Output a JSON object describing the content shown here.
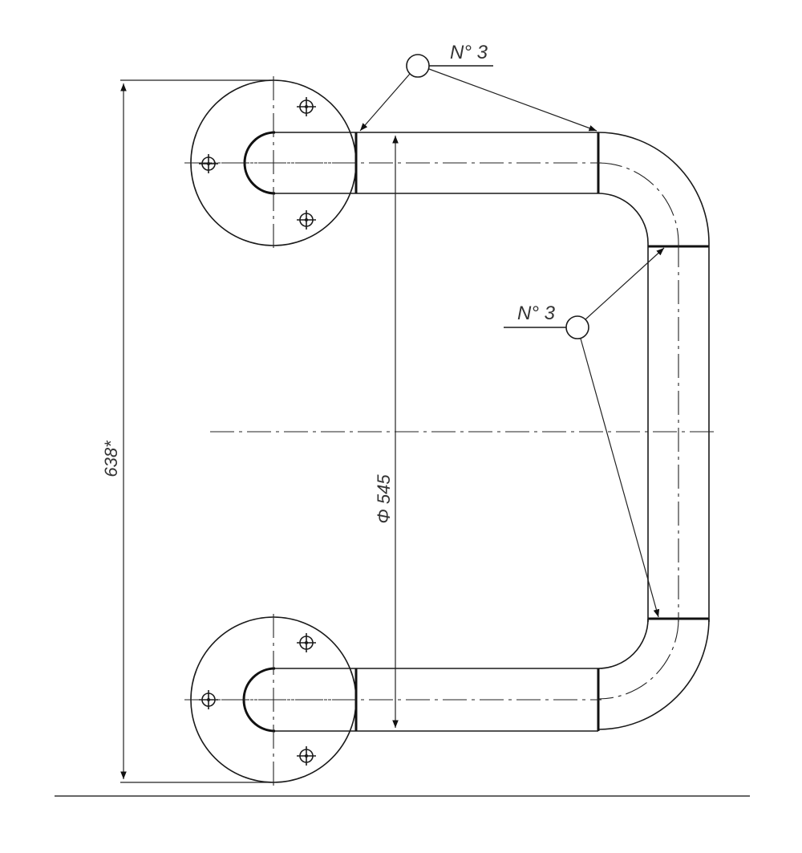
{
  "drawing": {
    "dimensions": {
      "height_label": "638*",
      "diameter_label": "Φ 545"
    },
    "callouts": [
      {
        "label": "N° 3"
      },
      {
        "label": "N° 3"
      }
    ],
    "line_color": "#1a1a1a"
  }
}
